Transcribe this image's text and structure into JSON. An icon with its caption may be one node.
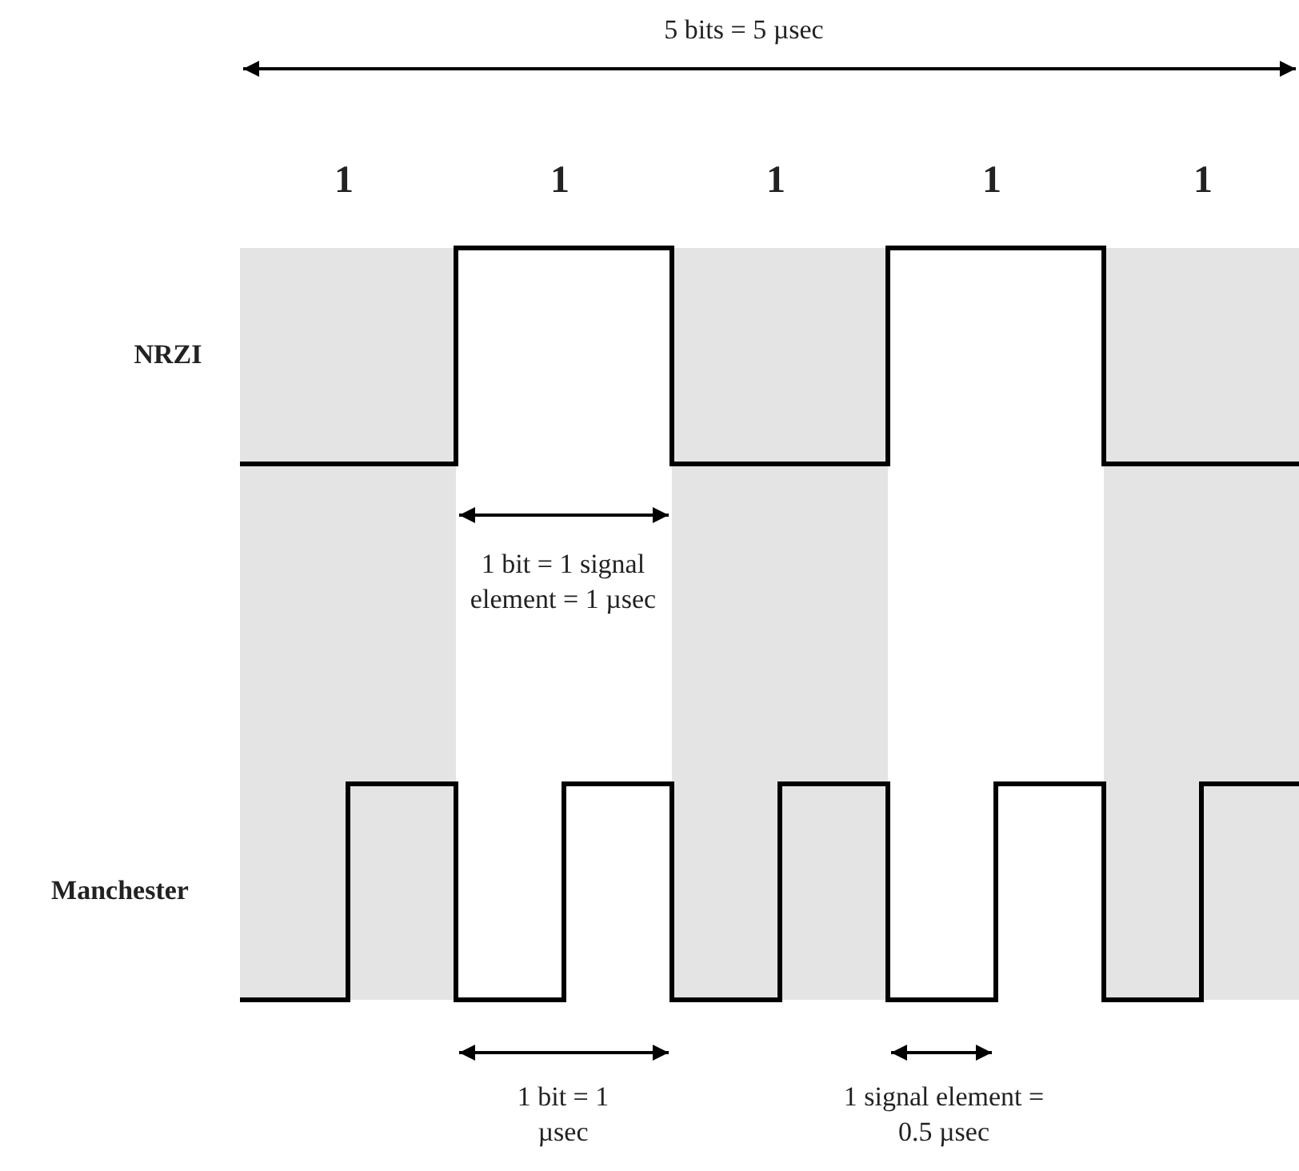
{
  "diagram": {
    "labels": [
      "5 bits = 5 µsec",
      "1",
      "1",
      "1",
      "1",
      "1",
      "NRZI",
      "1 bit = 1 signal element = 1 µsec",
      "Manchester",
      "1 bit = 1 µsec",
      "1 signal element = 0.5 µsec"
    ]
  }
}
